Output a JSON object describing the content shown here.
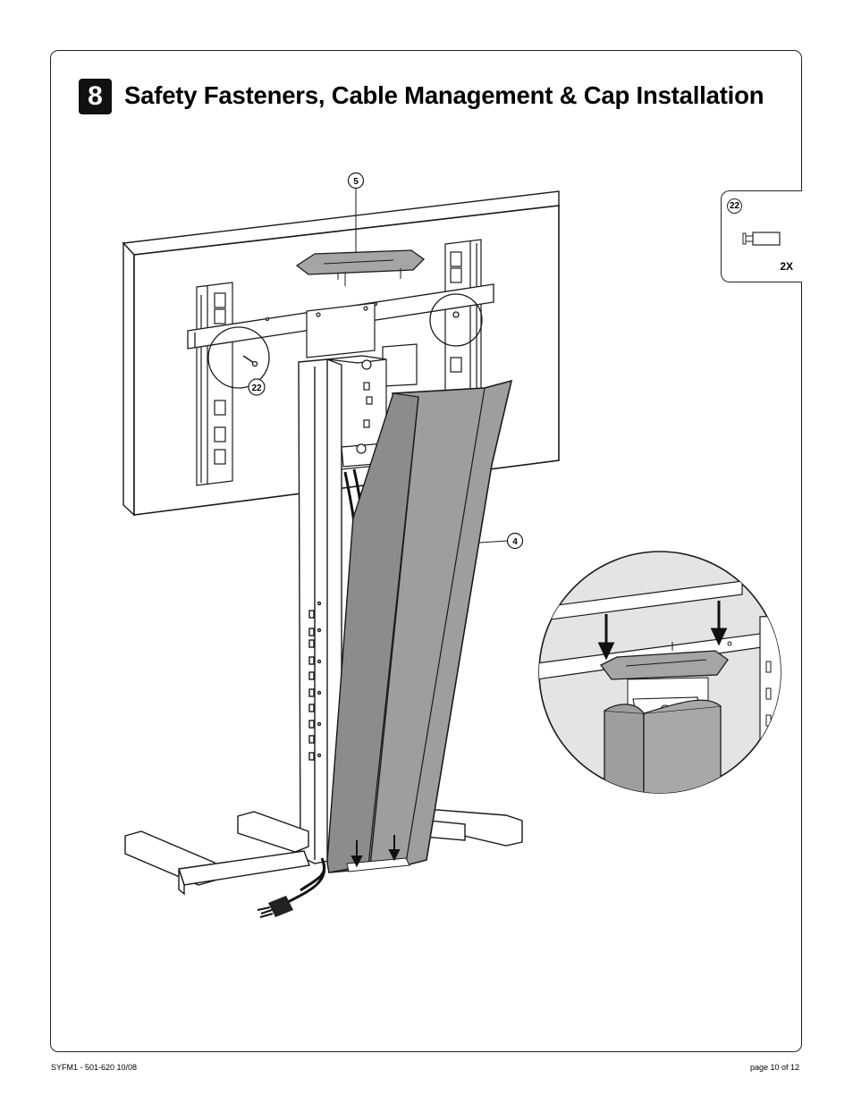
{
  "step": {
    "number": "8",
    "title": "Safety Fasteners, Cable Management & Cap Installation"
  },
  "parts": {
    "item_number": "22",
    "quantity": "2X"
  },
  "callouts": {
    "cap": "5",
    "cover": "4",
    "fastener_left": "22"
  },
  "footer": {
    "doc_id": "SYFM1 - 501-620  10/08",
    "page": "page 10 of 12"
  },
  "colors": {
    "cover_fill": "#9e9e9e",
    "cap_fill": "#a5a5a5",
    "detail_bg": "#e4e4e4",
    "line": "#1a1a1a"
  }
}
